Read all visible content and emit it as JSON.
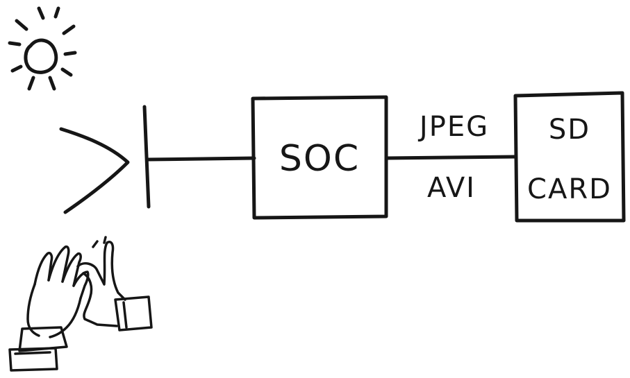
{
  "diagram": {
    "blocks": [
      {
        "id": "soc",
        "label": "SOC"
      },
      {
        "id": "sd",
        "label_lines": [
          "SD",
          "CARD"
        ]
      }
    ],
    "connector_labels": [
      "JPEG",
      "AVI"
    ],
    "icons": [
      "sun-icon",
      "lens-icon",
      "sensor-icon",
      "clapping-hands-icon"
    ]
  }
}
